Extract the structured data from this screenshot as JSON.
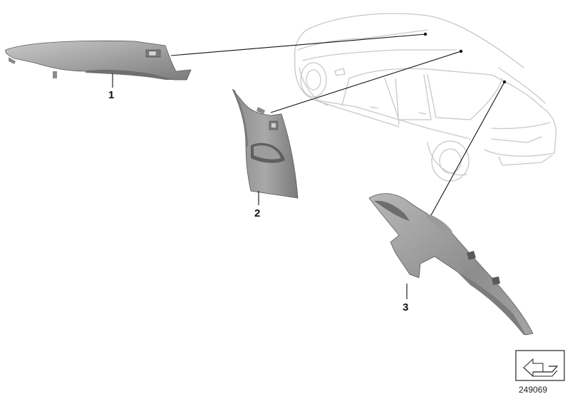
{
  "callouts": [
    {
      "id": "1",
      "label": "1"
    },
    {
      "id": "2",
      "label": "2"
    },
    {
      "id": "3",
      "label": "3"
    }
  ],
  "diagram_number": "249069",
  "colors": {
    "part_light": "#b4b4b4",
    "part_mid": "#8e8e8e",
    "part_dark": "#6a6a6a",
    "car_outline": "#c8c8c8",
    "leader": "#111111"
  },
  "icons": [
    "exploded-view-arrow-icon"
  ]
}
